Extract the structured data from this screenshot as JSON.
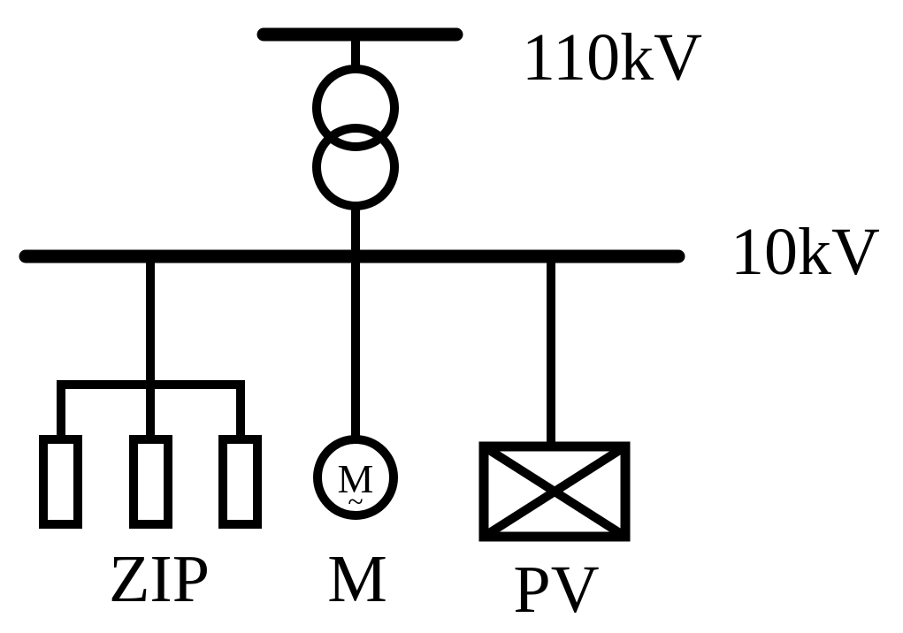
{
  "labels": {
    "hv_bus": "110kV",
    "mv_bus": "10kV",
    "zip": "ZIP",
    "motor": "M",
    "pv": "PV",
    "motor_symbol_letter": "M",
    "motor_symbol_tilde": "~"
  },
  "colors": {
    "line": "#000000",
    "background": "#ffffff"
  }
}
